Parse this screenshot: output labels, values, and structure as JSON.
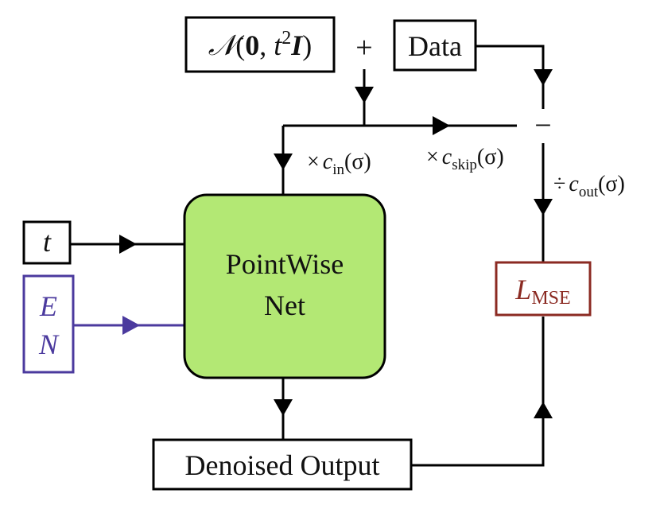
{
  "colors": {
    "net_fill": "#b3e874",
    "energy_color": "#4b3a9e",
    "loss_color": "#8b2a22",
    "line_color": "#000000"
  },
  "noise_box": {
    "script_n": "𝒩",
    "open": "(",
    "zero": "0",
    "comma": ", ",
    "t": "t",
    "t_exp": "2",
    "identity": "I",
    "close": ")"
  },
  "plus_sign": "+",
  "data_box": {
    "label": "Data"
  },
  "minus_sign": "−",
  "c_in": {
    "op": "×",
    "c": "c",
    "sub": "in",
    "arg": "(σ)"
  },
  "c_skip": {
    "op": "×",
    "c": "c",
    "sub": "skip",
    "arg": "(σ)"
  },
  "c_out": {
    "op": "÷",
    "c": "c",
    "sub": "out",
    "arg": "(σ)"
  },
  "t_box": {
    "label": "t"
  },
  "en_box": {
    "line1": "E",
    "line2": "N"
  },
  "net_box": {
    "line1": "PointWise",
    "line2": "Net"
  },
  "loss_box": {
    "l": "L",
    "sub": "MSE"
  },
  "output_box": {
    "label": "Denoised Output"
  }
}
